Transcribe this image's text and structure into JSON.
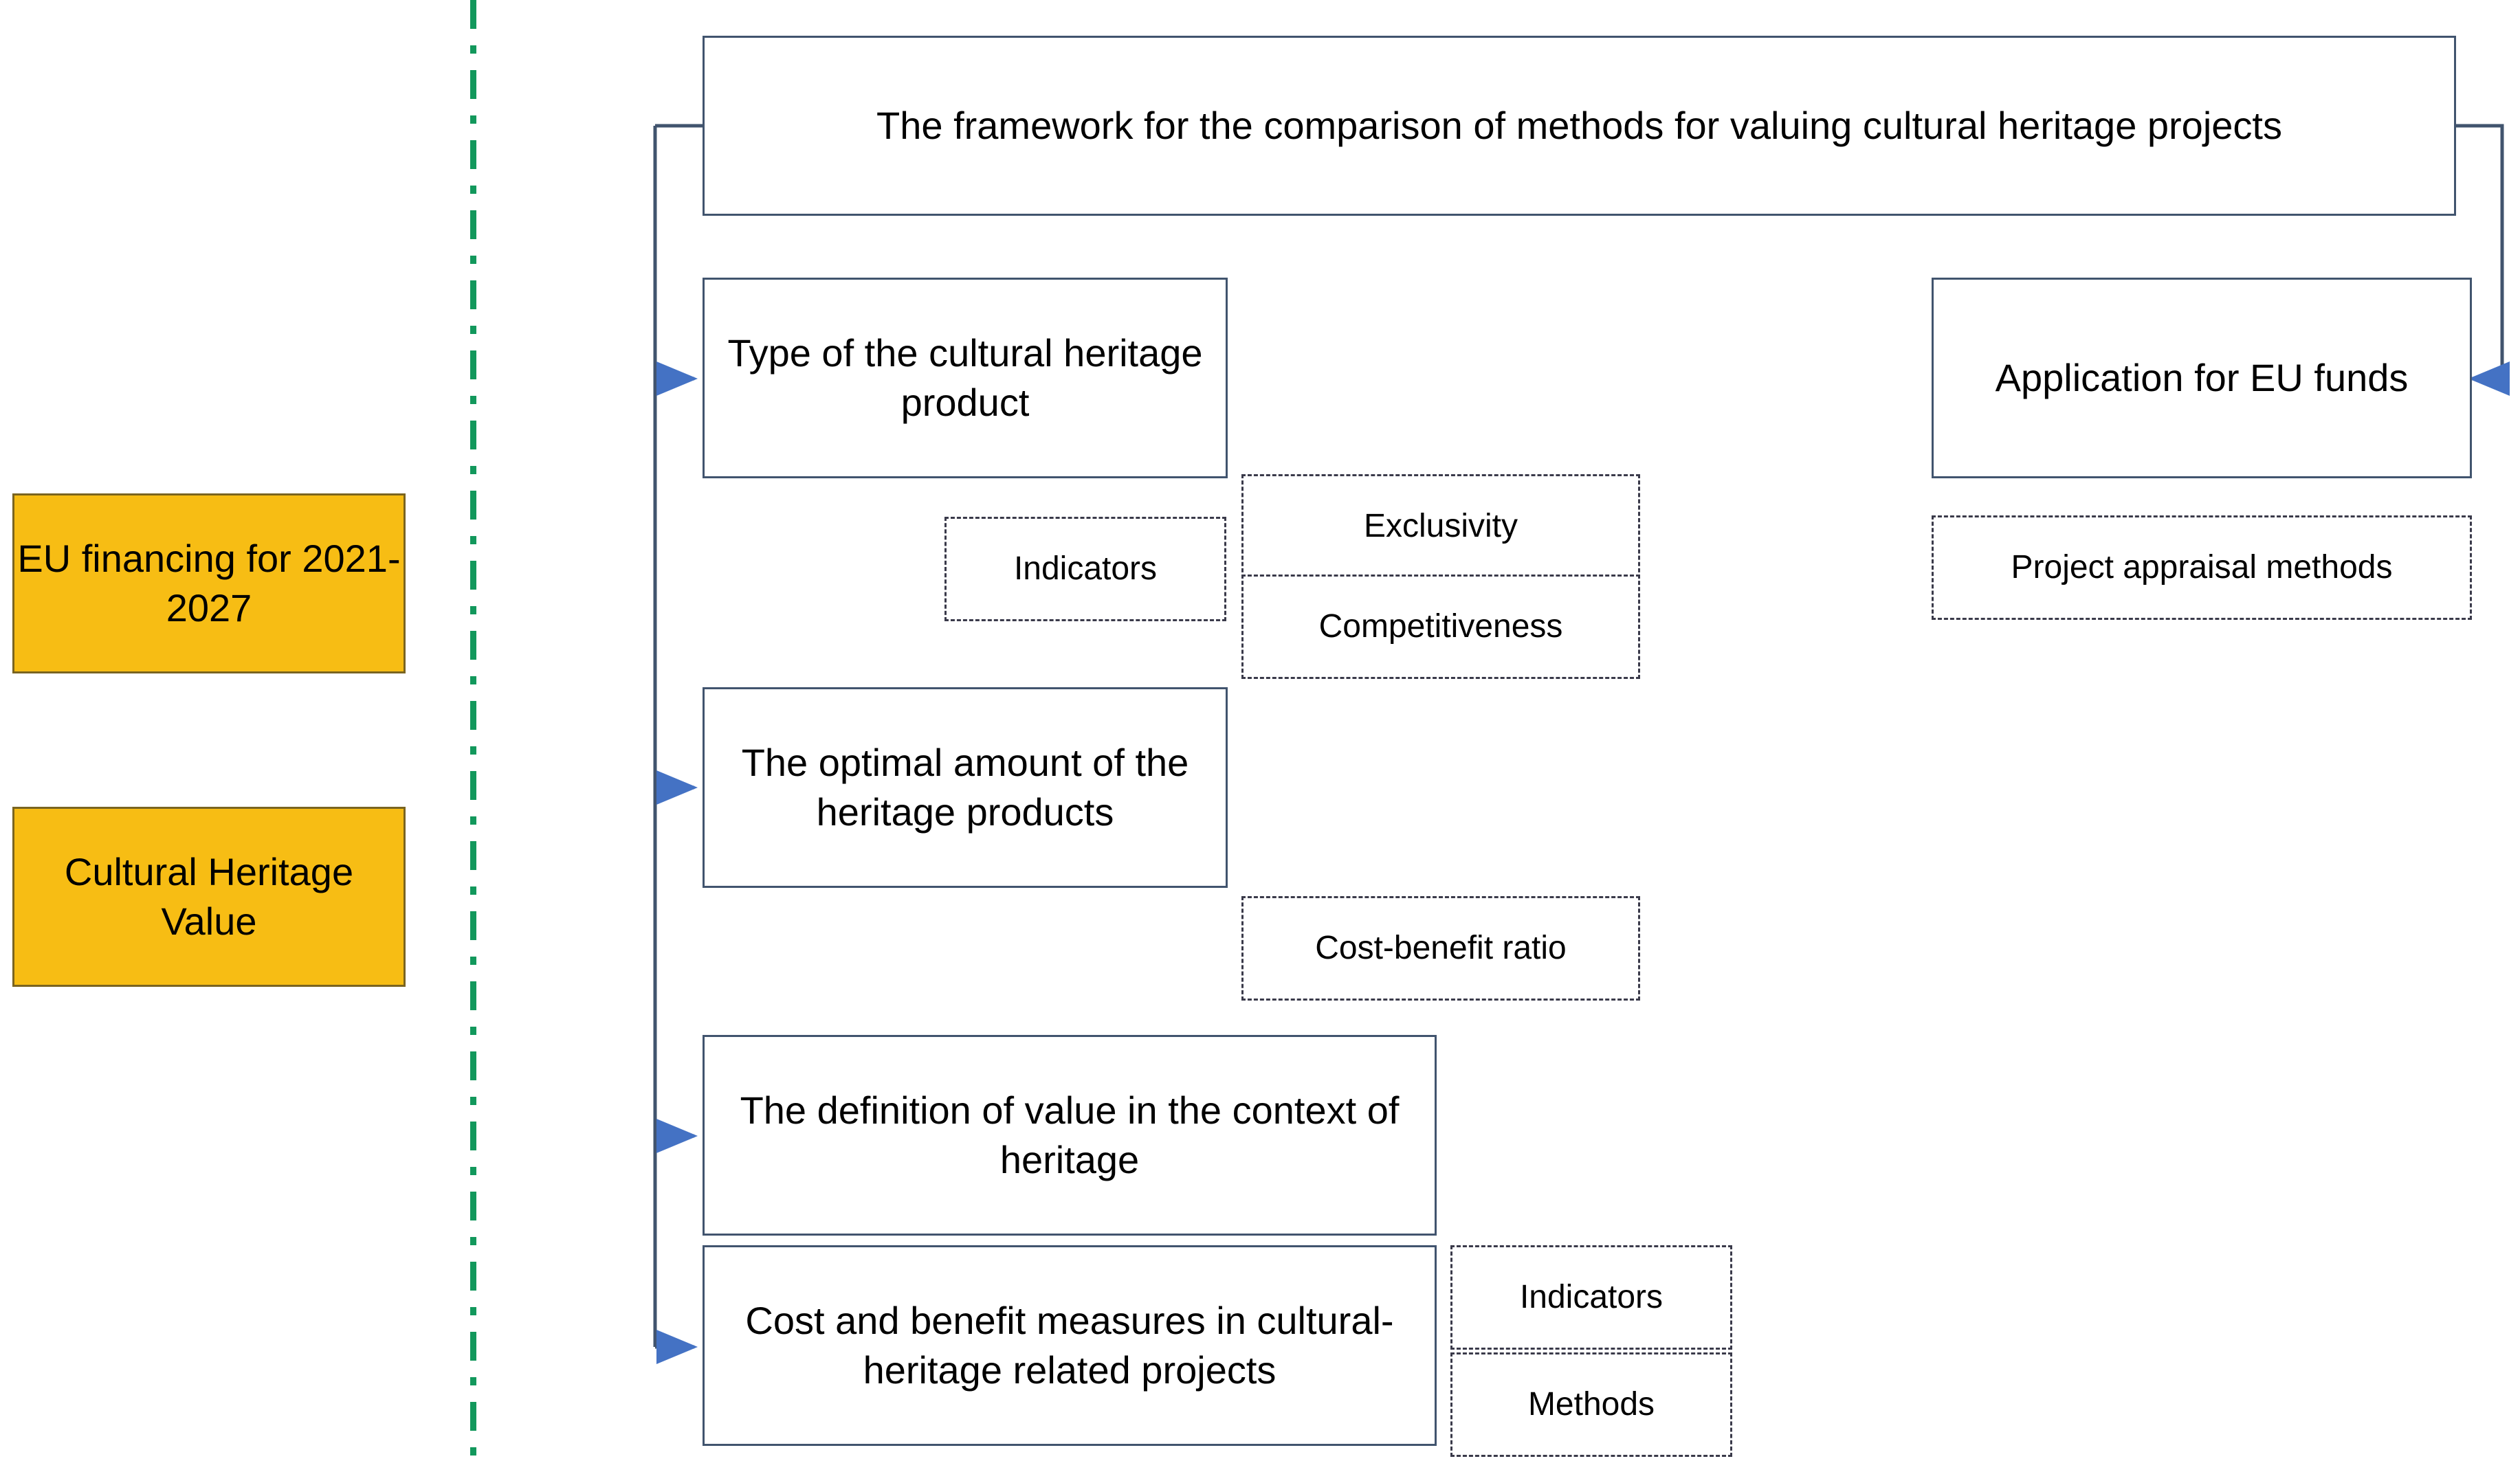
{
  "diagram": {
    "title_box": {
      "label": "The framework for the comparison of methods for valuing cultural heritage projects"
    },
    "left_key_boxes": [
      {
        "label": "EU financing for 2021-2027"
      },
      {
        "label": "Cultural Heritage Value"
      }
    ],
    "main_boxes": [
      {
        "label": "Type of the cultural heritage product"
      },
      {
        "label": "The optimal amount of the heritage products"
      },
      {
        "label": "The definition of value in the context of heritage"
      },
      {
        "label": "Cost and benefit measures in cultural-heritage related projects"
      }
    ],
    "right_box": {
      "label": "Application for EU funds"
    },
    "dashed_boxes": [
      {
        "label": "Indicators"
      },
      {
        "label": "Exclusivity"
      },
      {
        "label": "Competitiveness"
      },
      {
        "label": "Project appraisal methods"
      },
      {
        "label": "Cost-benefit ratio"
      },
      {
        "label": "Indicators"
      },
      {
        "label": "Methods"
      }
    ],
    "colors": {
      "accent_orange": "#F7BD14",
      "box_outline": "#41546E",
      "divider_green": "#12985C",
      "arrow_blue": "#4472C4"
    }
  }
}
